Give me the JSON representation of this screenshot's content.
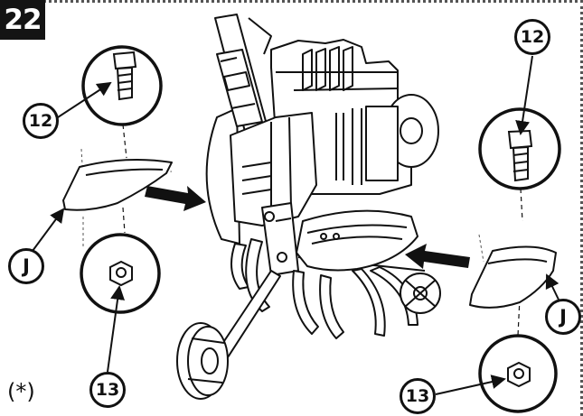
{
  "figure": {
    "step_number": "22",
    "note_mark": "(*)",
    "callouts": {
      "screw_left": "12",
      "screw_right": "12",
      "nut_left": "13",
      "nut_right": "13",
      "guard_left": "J",
      "guard_right": "J"
    }
  },
  "colors": {
    "ink": "#111111",
    "badge_background": "#141414",
    "paper": "#ffffff"
  }
}
